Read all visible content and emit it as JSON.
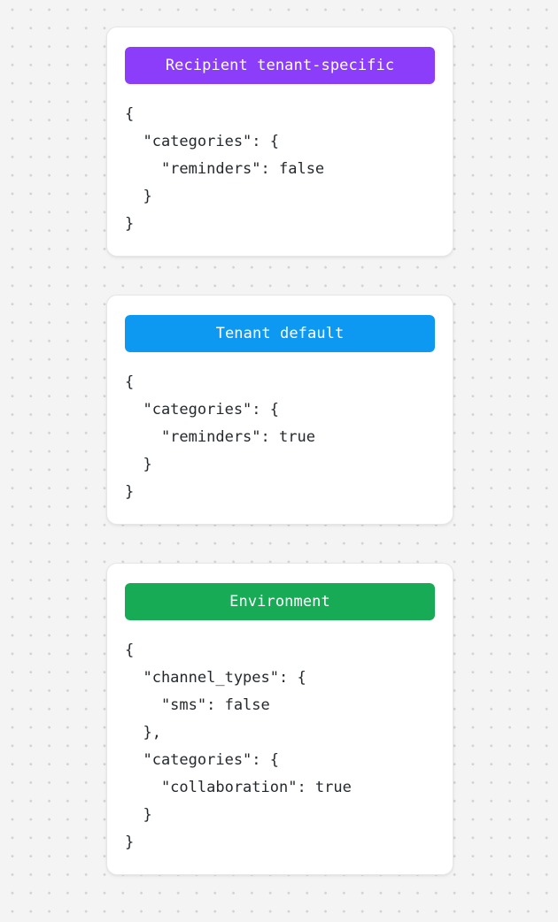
{
  "page": {
    "background_color": "#f4f4f4",
    "dot_color": "#d2d2d2",
    "card_background": "#ffffff",
    "code_text_color": "#24292e"
  },
  "cards": [
    {
      "badge_label": "Recipient tenant-specific",
      "badge_color": "#8b3dfa",
      "code": "{\n  \"categories\": {\n    \"reminders\": false\n  }\n}"
    },
    {
      "badge_label": "Tenant default",
      "badge_color": "#0d99f2",
      "code": "{\n  \"categories\": {\n    \"reminders\": true\n  }\n}"
    },
    {
      "badge_label": "Environment",
      "badge_color": "#17ab55",
      "code": "{\n  \"channel_types\": {\n    \"sms\": false\n  },\n  \"categories\": {\n    \"collaboration\": true\n  }\n}"
    }
  ]
}
